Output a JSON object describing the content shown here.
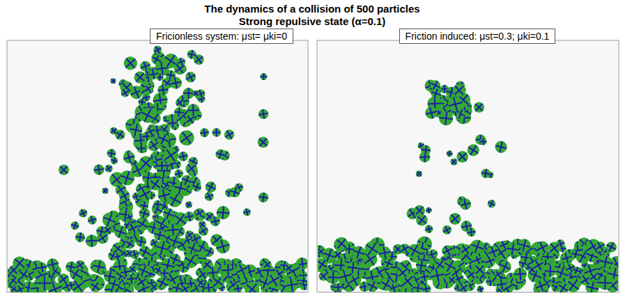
{
  "diagram": {
    "title": "The dynamics of a collision of 500 particles Strong repulsive state (α=0.1)",
    "nodes": [
      {
        "text": [
          "Fricionless system: μst= μki=0"
        ]
      },
      {
        "text": [
          "Friction induced: μst=0.3; μki=0.1"
        ]
      }
    ]
  }
}
